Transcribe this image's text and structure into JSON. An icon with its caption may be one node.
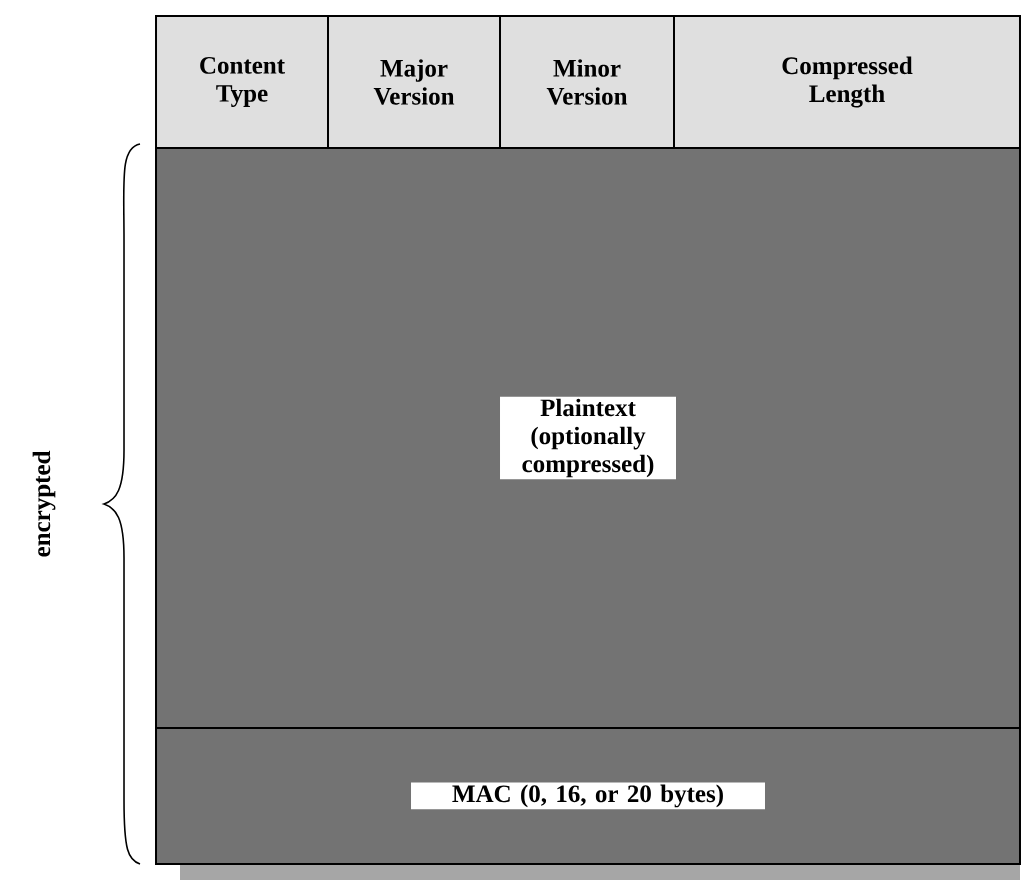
{
  "diagram": {
    "nodes": [
      {
        "text": [
          "Content Type"
        ]
      },
      {
        "text": [
          "Major Version"
        ]
      },
      {
        "text": [
          "Minor Version"
        ]
      },
      {
        "text": [
          "Compressed Length"
        ]
      },
      {
        "text": [
          "Plaintext (optionally compressed)"
        ]
      },
      {
        "text": [
          "MAC (0, 16, or 20 bytes)"
        ]
      }
    ],
    "labels": [
      "encrypted"
    ]
  }
}
